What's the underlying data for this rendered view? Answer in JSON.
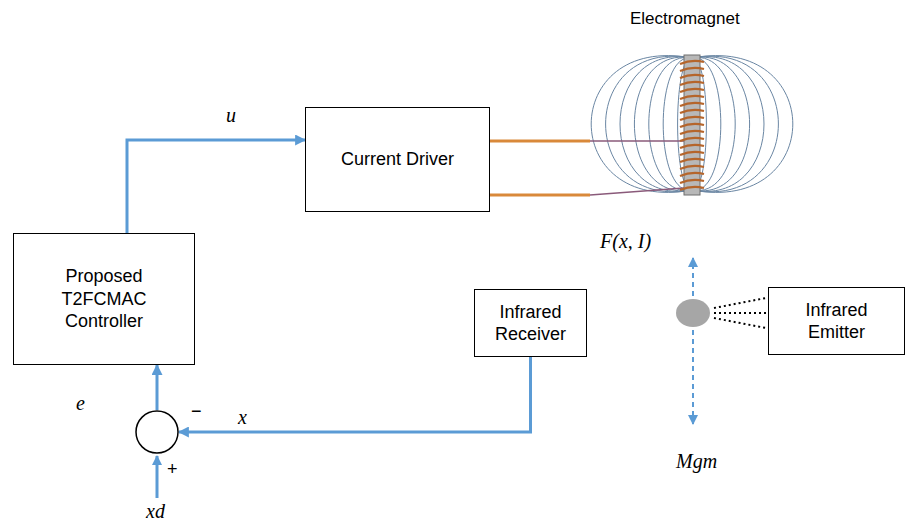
{
  "diagram": {
    "nodes": [
      {
        "text": [
          "Current Driver"
        ]
      },
      {
        "text": [
          "Proposed T2FCMAC Controller"
        ]
      },
      {
        "text": [
          "Infrared Receiver"
        ]
      },
      {
        "text": [
          "Infrared Emitter"
        ]
      },
      {
        "text": [
          "−",
          "+"
        ]
      }
    ],
    "edges": [
      {
        "from": 2,
        "to": 4,
        "label": "x",
        "arrow": "to"
      },
      {
        "from": 4,
        "to": 1,
        "label": "e",
        "arrow": "to"
      },
      {
        "from": 1,
        "to": 0,
        "label": "u",
        "arrow": "to"
      }
    ],
    "labels": [
      "Electromagnet",
      "F(x, I)",
      "Mgm",
      "xd"
    ]
  }
}
